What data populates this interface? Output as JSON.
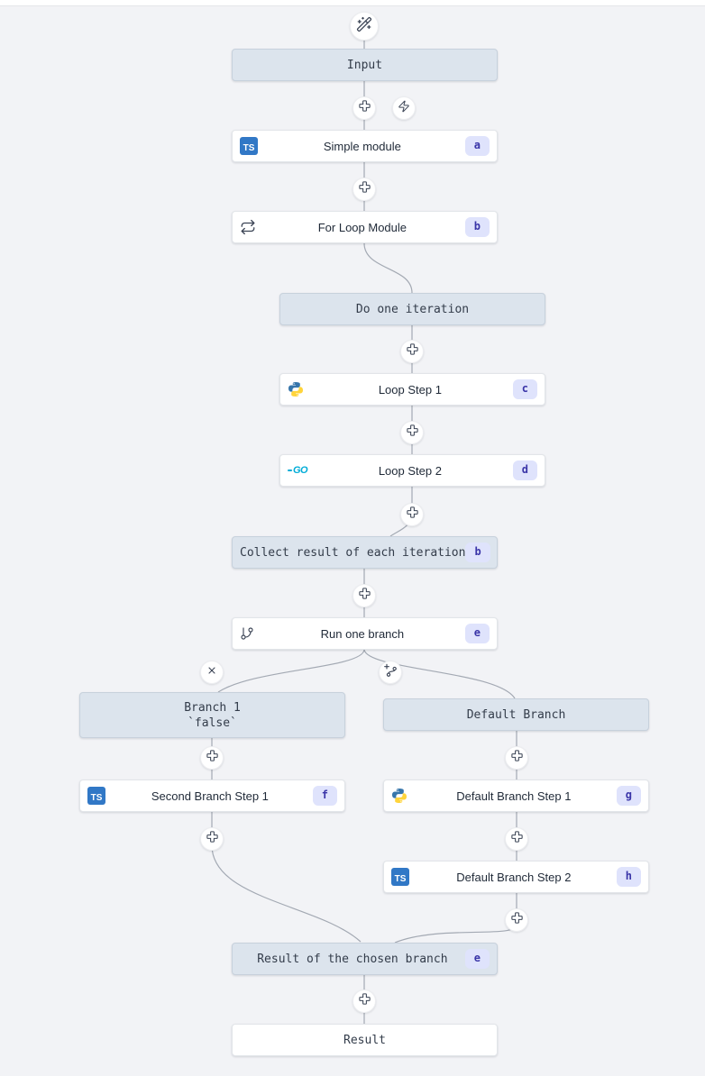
{
  "app": {
    "description": "workflow flow editor graph"
  },
  "colors": {
    "canvas_bg": "#f2f3f6",
    "virtual_node_bg": "#dce4ed",
    "wire": "#a3a9b3",
    "badge_bg": "#dfe3fc",
    "badge_text": "#3a35a8",
    "typescript_blue": "#3178c6",
    "python_blue": "#3776ab",
    "python_yellow": "#ffd43b",
    "go_cyan": "#00acd7"
  },
  "lang_icons": {
    "typescript": "TS",
    "go": "GO"
  },
  "nodes": {
    "input": {
      "label": "Input"
    },
    "simple_module": {
      "label": "Simple module",
      "badge": "a"
    },
    "for_loop": {
      "label": "For Loop Module",
      "badge": "b"
    },
    "do_one_iteration": {
      "label": "Do one iteration"
    },
    "loop_step_1": {
      "label": "Loop Step 1",
      "badge": "c"
    },
    "loop_step_2": {
      "label": "Loop Step 2",
      "badge": "d"
    },
    "collect_result": {
      "label": "Collect result of each iteration",
      "badge": "b"
    },
    "run_one_branch": {
      "label": "Run one branch",
      "badge": "e"
    },
    "branch_1": {
      "label": "Branch 1",
      "sublabel": "`false`"
    },
    "default_branch": {
      "label": "Default Branch"
    },
    "second_branch_step_1": {
      "label": "Second Branch Step 1",
      "badge": "f"
    },
    "default_branch_step_1": {
      "label": "Default Branch Step 1",
      "badge": "g"
    },
    "default_branch_step_2": {
      "label": "Default Branch Step 2",
      "badge": "h"
    },
    "result_of_chosen_branch": {
      "label": "Result of the chosen branch",
      "badge": "e"
    },
    "result": {
      "label": "Result"
    }
  }
}
